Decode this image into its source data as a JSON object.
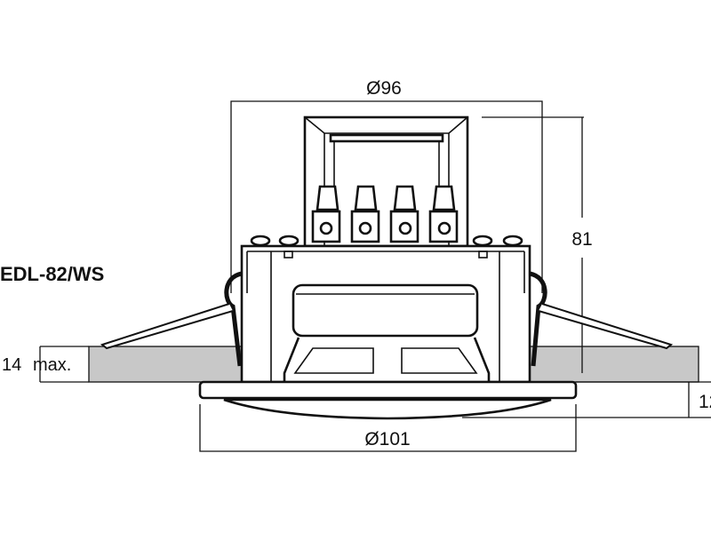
{
  "model": "EDL-82/WS",
  "dimensions": {
    "top_diameter": "Ø96",
    "height": "81",
    "ceiling_thickness": "14",
    "ceiling_thickness_suffix": "max.",
    "flange_height": "12",
    "flange_diameter": "Ø101"
  },
  "colors": {
    "ceiling": "#c8c8c8",
    "line": "#111111"
  }
}
